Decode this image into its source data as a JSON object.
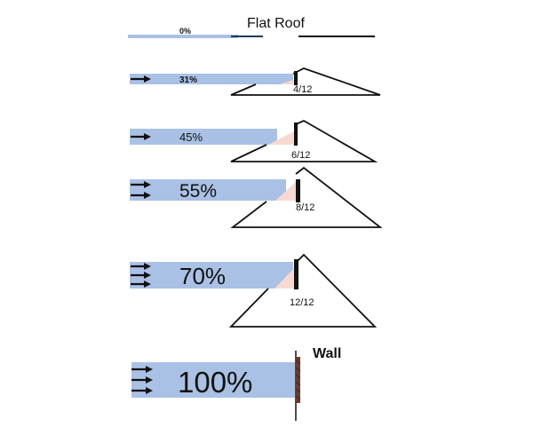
{
  "diagram": {
    "flat": {
      "label": "Flat Roof",
      "percent": "0%"
    },
    "roofs": [
      {
        "percent": "31%",
        "pitch": "4/12"
      },
      {
        "percent": "45%",
        "pitch": "6/12"
      },
      {
        "percent": "55%",
        "pitch": "8/12"
      },
      {
        "percent": "70%",
        "pitch": "12/12"
      }
    ],
    "wall": {
      "label": "Wall",
      "percent": "100%"
    },
    "colors": {
      "wind_band": "#a9c1e4",
      "wedge": "#f7d9d0",
      "outline": "#111111",
      "wall_fill": "#6b3a2a"
    }
  }
}
